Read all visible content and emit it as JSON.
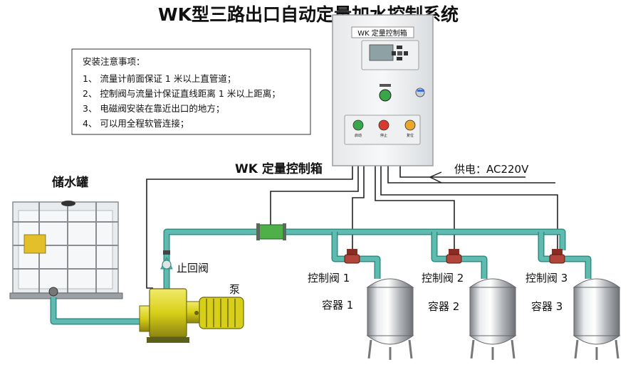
{
  "title": "WK型三路出口自动定量加水控制系统",
  "notes": {
    "heading": "安装注意事项：",
    "items": [
      "1、 流量计前面保证 1 米以上直管道；",
      "2、 控制阀与流量计保证直线距离 1 米以上距离；",
      "3、 电磁阀安装在靠近出口的地方；",
      "4、 可以用全程软管连接；"
    ]
  },
  "control_box": {
    "plate": "WK 定量控制箱",
    "label": "WK 定量控制箱",
    "buttons": [
      {
        "label": "启动",
        "color": "#3aa64a"
      },
      {
        "label": "停止",
        "color": "#d83a2e"
      },
      {
        "label": "复位",
        "color": "#e8a62a"
      }
    ]
  },
  "power": "供电：AC220V",
  "tank": "储水罐",
  "check_valve": "止回阀",
  "pump": "泵",
  "outlets": [
    {
      "valve": "控制阀 1",
      "container": "容器 1"
    },
    {
      "valve": "控制阀 2",
      "container": "容器 2"
    },
    {
      "valve": "控制阀 3",
      "container": "容器 3"
    }
  ],
  "colors": {
    "pipe": "#5fbab0",
    "pipe_edge": "#2f8d84",
    "pump": "#dcd21c",
    "valve": "#b2453a"
  }
}
